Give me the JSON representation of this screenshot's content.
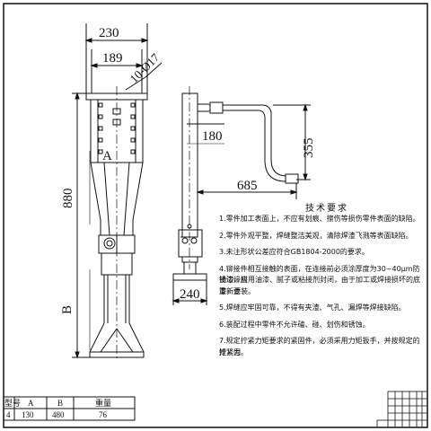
{
  "dimensions": {
    "top_width": "230",
    "inner_width": "189",
    "holes": "10-Ø17",
    "height": "880",
    "a_label": "A",
    "b_label": "B",
    "d180": "180",
    "d355": "355",
    "d685": "685",
    "d240": "240"
  },
  "requirements": {
    "title": "技术要求",
    "items": [
      "1.零件加工表面上，不应有划痕、擦伤等损伤零件表面的缺陷。",
      "2.零件外观平整，焊缝整洁美观，清除焊渣飞溅等表面缺陷。",
      "3.未注形状公差应符合GB1804-2000的要求。",
      "4.铆接件相互接触的表面，在连接前必须涂厚度为30~40μm防锈漆，搭",
      "接边缘应用油漆、腻子或粘接剂封闭，由于加工或焊接损坏的底漆，要",
      "重新涂装。",
      "5.焊缝应牢固可靠，不得有夹渣、气孔、漏焊等焊接缺陷。",
      "6.装配过程中零件不允许磕、碰、划伤和锈蚀。",
      "7.规定拧紧力矩要求的紧固件，必须采用力矩扳手，并按规定的拧紧力",
      "矩紧固。"
    ]
  },
  "table": {
    "headers": [
      "型号",
      "A",
      "B",
      "重量"
    ],
    "row": [
      "4",
      "130",
      "480",
      "76"
    ]
  }
}
